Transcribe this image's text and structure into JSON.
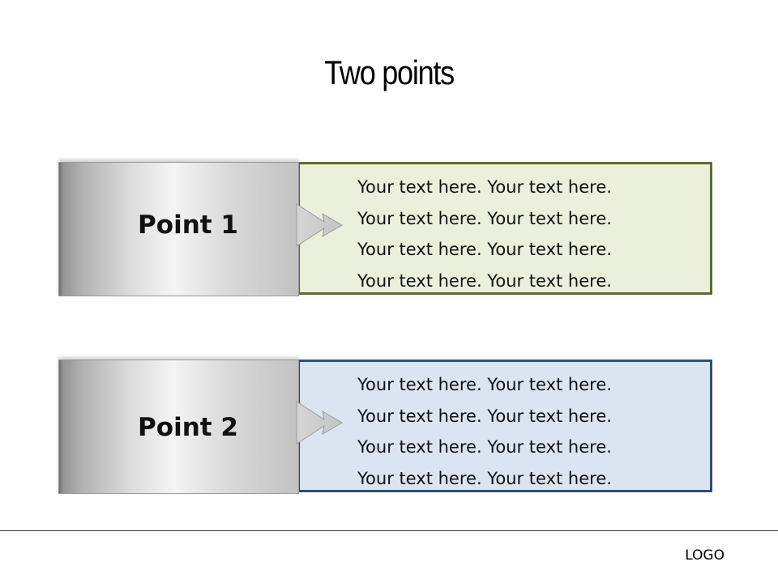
{
  "title": "Two points",
  "points": [
    {
      "label": "Point 1",
      "lines": [
        "Your text here. Your text here.",
        "Your text here. Your text here.",
        "Your text here. Your text here.",
        "Your text here. Your text here."
      ],
      "box_color": "#ebf0dd",
      "border_color": "#5a6e2e"
    },
    {
      "label": "Point 2",
      "lines": [
        "Your text here. Your text here.",
        "Your text here. Your text here.",
        "Your text here. Your text here.",
        "Your text here. Your text here."
      ],
      "box_color": "#dbe5f1",
      "border_color": "#2f4f7a"
    }
  ],
  "footer": {
    "logo": "LOGO"
  }
}
